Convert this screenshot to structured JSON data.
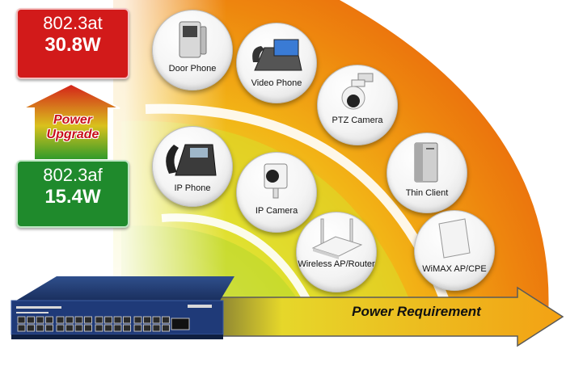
{
  "power_standards": {
    "upgrade": {
      "standard": "802.3at",
      "wattage": "30.8W",
      "color": "#d21a1a"
    },
    "base": {
      "standard": "802.3af",
      "wattage": "15.4W",
      "color": "#1f8a2c"
    }
  },
  "upgrade_label": "Power Upgrade",
  "requirement_label": "Power Requirement",
  "devices": {
    "door_phone": {
      "label": "Door Phone",
      "icon": "door-phone-icon"
    },
    "video_phone": {
      "label": "Video Phone",
      "icon": "video-phone-icon"
    },
    "ptz_camera": {
      "label": "PTZ Camera",
      "icon": "ptz-camera-icon"
    },
    "thin_client": {
      "label": "Thin Client",
      "icon": "thin-client-icon"
    },
    "ip_phone": {
      "label": "IP Phone",
      "icon": "ip-phone-icon"
    },
    "ip_camera": {
      "label": "IP Camera",
      "icon": "ip-camera-icon"
    },
    "wireless_ap": {
      "label": "Wireless AP/Router",
      "icon": "wireless-router-icon"
    },
    "wimax": {
      "label": "WiMAX AP/CPE",
      "icon": "wimax-cpe-icon"
    }
  },
  "switch": {
    "icon": "poe-switch-icon"
  }
}
